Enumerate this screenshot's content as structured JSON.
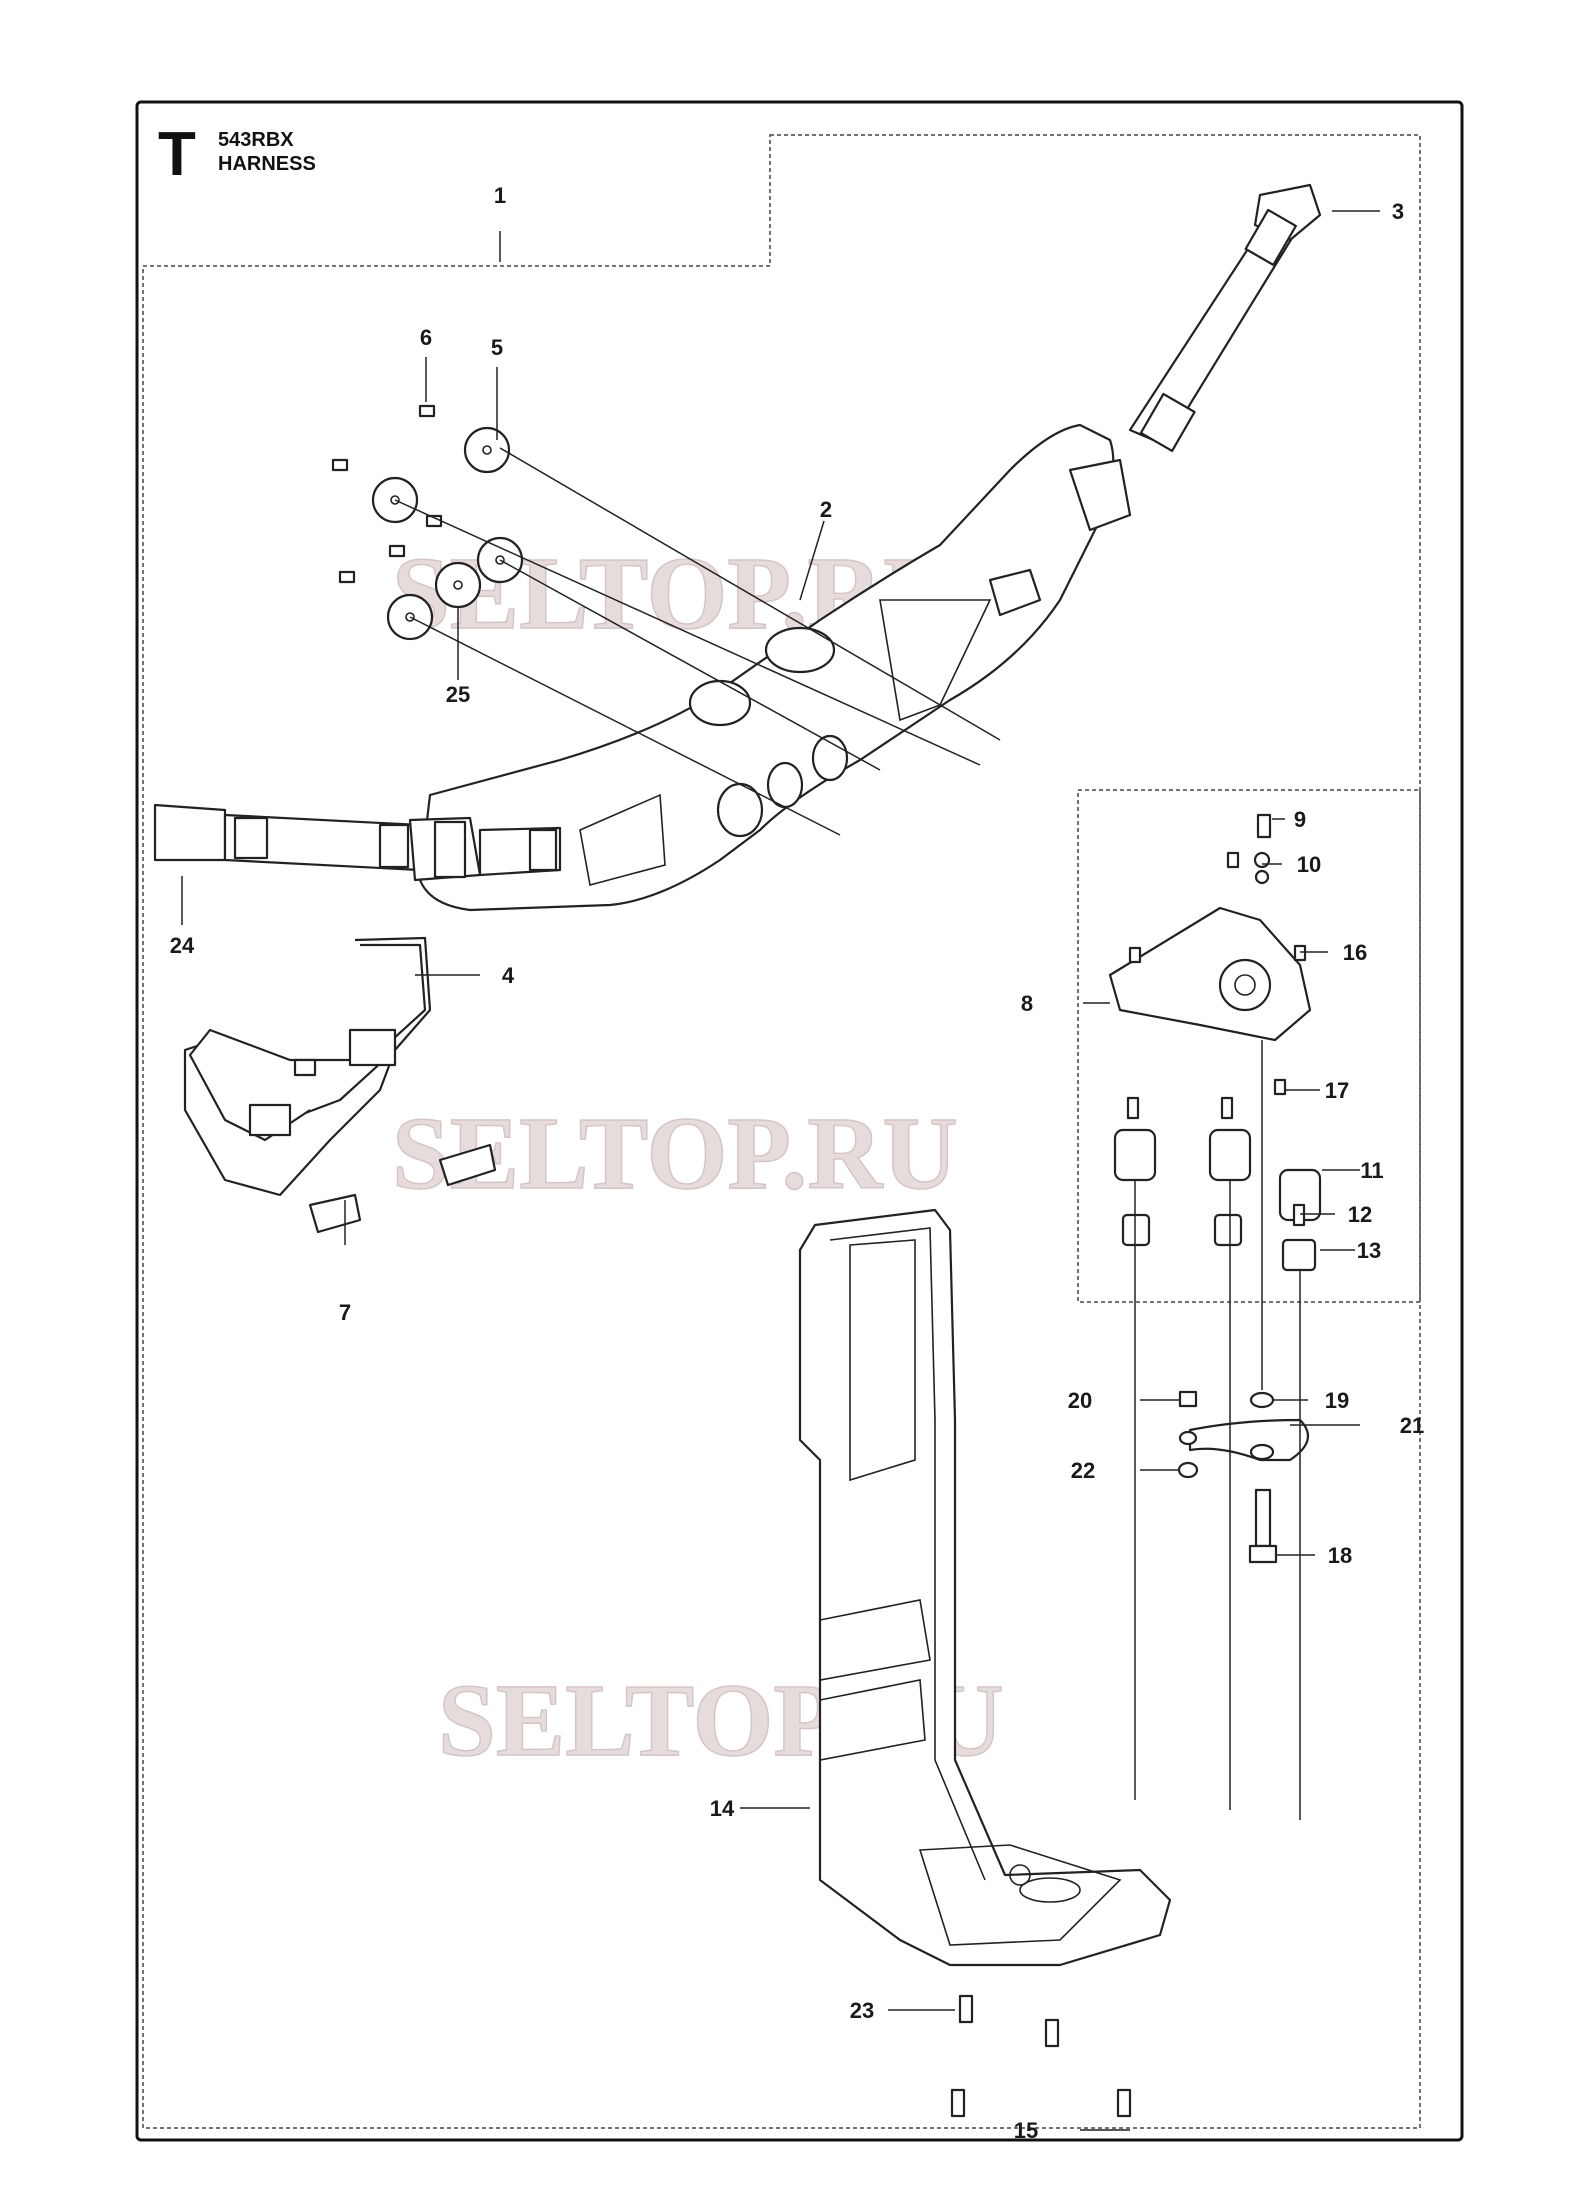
{
  "header": {
    "letter": "T",
    "model": "543RBX",
    "section": "HARNESS"
  },
  "watermark": "SELTOP.RU",
  "callouts": [
    "1",
    "2",
    "3",
    "4",
    "5",
    "6",
    "7",
    "8",
    "9",
    "10",
    "11",
    "12",
    "13",
    "14",
    "15",
    "16",
    "17",
    "18",
    "19",
    "20",
    "21",
    "22",
    "23",
    "24",
    "25"
  ]
}
